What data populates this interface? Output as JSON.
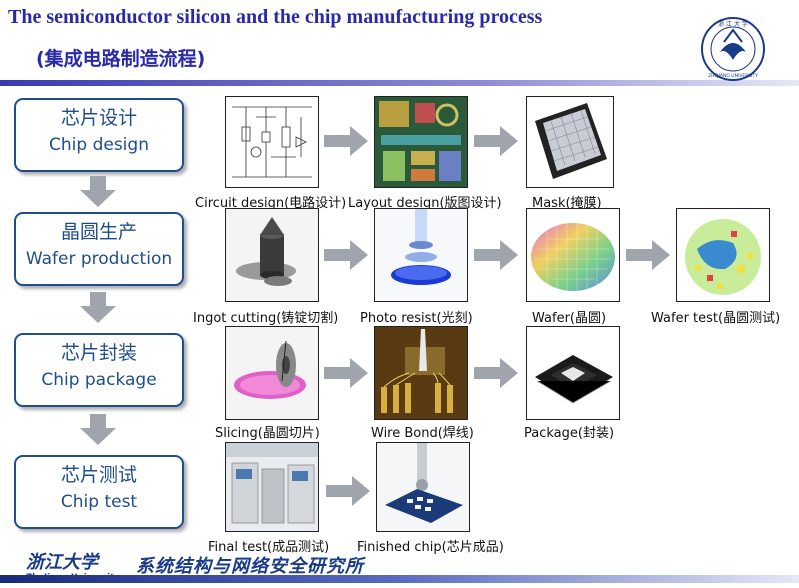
{
  "header": {
    "title_en": "The semiconductor silicon and the chip manufacturing process",
    "title_zh": "(集成电路制造流程)"
  },
  "logo": {
    "text": "浙江大学 ZHEJIANG UNIVERSITY"
  },
  "stages": [
    {
      "zh": "芯片设计",
      "en": "Chip design"
    },
    {
      "zh": "晶圆生产",
      "en": "Wafer production"
    },
    {
      "zh": "芯片封装",
      "en": "Chip package"
    },
    {
      "zh": "芯片测试",
      "en": "Chip test"
    }
  ],
  "steps": {
    "circuit": "Circuit design(电路设计)",
    "layout": "Layout design(版图设计)",
    "mask": "Mask(掩膜)",
    "ingot": "Ingot cutting(铸锭切割)",
    "photo": "Photo resist(光刻)",
    "wafer": "Wafer(晶圆)",
    "wafertest": "Wafer test(晶圆测试)",
    "slicing": "Slicing(晶圆切片)",
    "wirebond": "Wire Bond(焊线)",
    "package": "Package(封装)",
    "finaltest": "Final test(成品测试)",
    "finished": "Finished chip(芯片成品)"
  },
  "footer": {
    "university": "浙江大学 Zhejiang University",
    "lab": "系统结构与网络安全研究所"
  },
  "colors": {
    "title": "#2a2aa8",
    "stage_border": "#1f4e8c",
    "arrow": "#a0a4ac"
  }
}
